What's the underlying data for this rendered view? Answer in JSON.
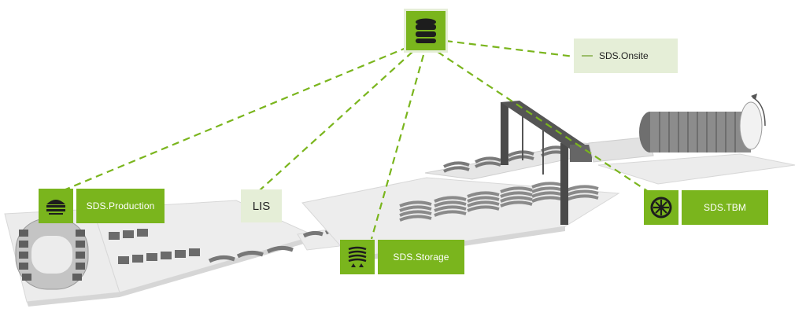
{
  "colors": {
    "accent": "#7ab51d",
    "accent_pale": "#e5eed7",
    "dash": "#7ab51d",
    "platform": "#ececec",
    "segment": "#8a8a8a"
  },
  "hub": {
    "icon": "database-icon"
  },
  "nodes": {
    "production": {
      "label": "SDS.Production",
      "icon": "factory-icon"
    },
    "storage": {
      "label": "SDS.Storage",
      "icon": "stacked-segments-icon"
    },
    "tbm": {
      "label": "SDS.TBM",
      "icon": "cutterhead-icon"
    },
    "lis": {
      "label": "LIS"
    },
    "onsite": {
      "label": "SDS.Onsite"
    }
  }
}
